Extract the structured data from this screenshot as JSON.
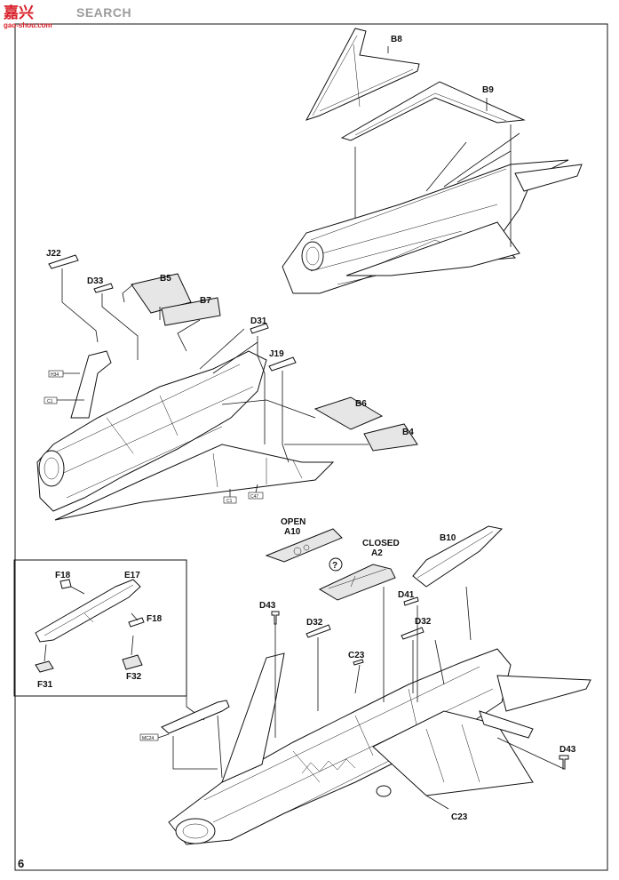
{
  "watermark": {
    "logo_chars": "嘉兴",
    "brand": "SEARCH",
    "sub": "gao-shou.com"
  },
  "page_number": "6",
  "labels": {
    "B8": "B8",
    "B9": "B9",
    "J22": "J22",
    "D33": "D33",
    "B5": "B5",
    "B7": "B7",
    "D31": "D31",
    "J19": "J19",
    "B6": "B6",
    "B4": "B4",
    "open_word": "OPEN",
    "A10": "A10",
    "closed_word": "CLOSED",
    "A2": "A2",
    "B10": "B10",
    "question": "?",
    "D41": "D41",
    "D43_top": "D43",
    "D32_left": "D32",
    "D32_right": "D32",
    "C23_top": "C23",
    "C23_bottom": "C23",
    "D43_right": "D43",
    "F18_left": "F18",
    "E17": "E17",
    "F18_right": "F18",
    "F31": "F31",
    "F32": "F32"
  },
  "tags": {
    "H34": "H34",
    "C1_a": "C1",
    "C1_b": "C1",
    "C47": "C47",
    "MC24": "MC24"
  }
}
